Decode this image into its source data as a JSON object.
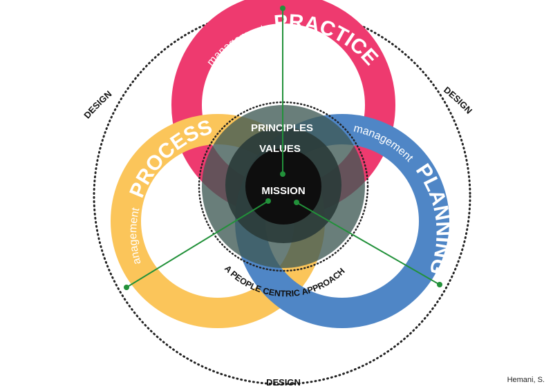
{
  "diagram": {
    "rings": {
      "practice": {
        "prefix": "management",
        "word": "PRACTICE",
        "color": "#ee3a6f"
      },
      "process": {
        "prefix": "management",
        "word": "PROCESS",
        "color": "#fbc55a"
      },
      "planning": {
        "prefix": "management",
        "word": "PLANNING",
        "color": "#4f86c6"
      }
    },
    "core": {
      "outer": "PRINCIPLES",
      "middle": "VALUES",
      "inner": "MISSION"
    },
    "arc_label": "A PEOPLE CENTRIC APPROACH",
    "design_labels": [
      "DESIGN",
      "DESIGN",
      "DESIGN"
    ],
    "connector_color": "#22913a",
    "credit": "Hemani, S."
  }
}
